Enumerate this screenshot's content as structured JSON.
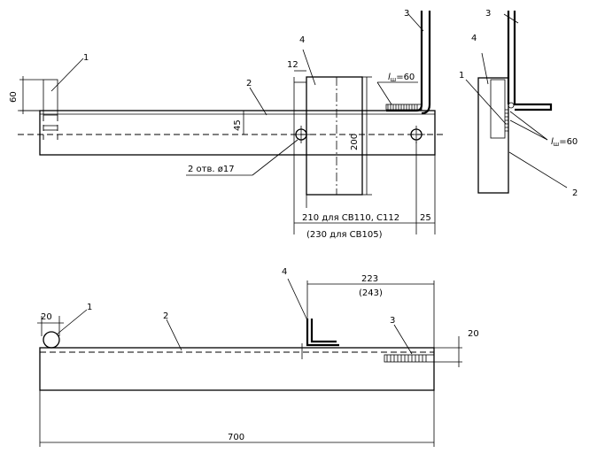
{
  "callouts": {
    "c1": "1",
    "c2": "2",
    "c3": "3",
    "c4": "4"
  },
  "dimensions": {
    "d60_left": "60",
    "d12": "12",
    "d45": "45",
    "d200": "200",
    "d25": "25",
    "d210": "210 для СВ110, С112",
    "d230": "(230 для СВ105)",
    "d20_left": "20",
    "d223": "223",
    "d243": "(243)",
    "d20_right": "20",
    "d700": "700"
  },
  "notes": {
    "holes": "2 отв. ø17",
    "weld_l": "l",
    "weld_sub": "ш",
    "weld_val": "=60"
  }
}
